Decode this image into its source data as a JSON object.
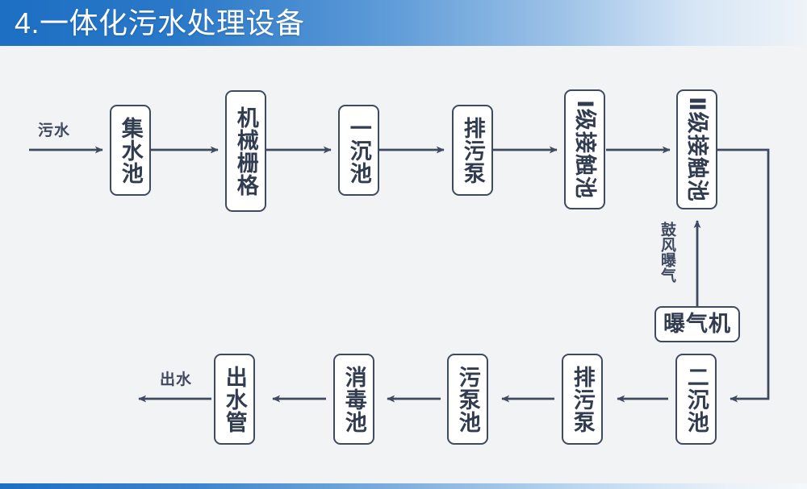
{
  "header": {
    "title": "4.一体化污水处理设备",
    "bg_left": "#1d6fc4",
    "bg_right": "#eef3f8",
    "text_color": "#ffffff"
  },
  "footer": {
    "bg_left": "#1d6fc4",
    "bg_right": "#f5f8fb"
  },
  "diagram": {
    "type": "flowchart",
    "background": "#f2f3f4",
    "stroke_color": "#3f4a60",
    "node_fill": "#ffffff",
    "node_text_color": "#323c50",
    "labels": {
      "inlet": "污水",
      "outlet": "出水",
      "aeration": "鼓风曝气"
    },
    "nodes": [
      {
        "id": "jishuichi",
        "label": "集水池",
        "orientation": "vertical",
        "row": "top"
      },
      {
        "id": "jixieshange",
        "label": "机械栅格",
        "orientation": "vertical",
        "row": "top"
      },
      {
        "id": "yichenchi",
        "label": "一沉池",
        "orientation": "vertical",
        "row": "top"
      },
      {
        "id": "paiwubeng1",
        "label": "排污泵",
        "orientation": "vertical",
        "row": "top"
      },
      {
        "id": "jiechuchi1",
        "label": "Ⅰ级接触池",
        "orientation": "vertical",
        "row": "top"
      },
      {
        "id": "jiechuchi2",
        "label": "Ⅱ级接触池",
        "orientation": "vertical",
        "row": "top"
      },
      {
        "id": "baoqiji",
        "label": "曝气机",
        "orientation": "horizontal",
        "row": "middle"
      },
      {
        "id": "erchenchi",
        "label": "二沉池",
        "orientation": "vertical",
        "row": "bottom"
      },
      {
        "id": "paiwubeng2",
        "label": "排污泵",
        "orientation": "vertical",
        "row": "bottom"
      },
      {
        "id": "wubengchi",
        "label": "污泵池",
        "orientation": "vertical",
        "row": "bottom"
      },
      {
        "id": "xiaoduchi",
        "label": "消毒池",
        "orientation": "vertical",
        "row": "bottom"
      },
      {
        "id": "chushuiguan",
        "label": "出水管",
        "orientation": "vertical",
        "row": "bottom"
      }
    ],
    "node_split": {
      "jiechuchi1_numeral": "Ⅰ",
      "jiechuchi1_rest": "级接触池",
      "jiechuchi2_numeral": "Ⅱ",
      "jiechuchi2_rest": "级接触池"
    },
    "flow": [
      "污水 → 集水池",
      "集水池 → 机械栅格",
      "机械栅格 → 一沉池",
      "一沉池 → 排污泵",
      "排污泵 → Ⅰ级接触池",
      "Ⅰ级接触池 → Ⅱ级接触池",
      "Ⅱ级接触池 → 二沉池",
      "曝气机 → Ⅱ级接触池 (鼓风曝气)",
      "二沉池 → 排污泵",
      "排污泵 → 污泵池",
      "污泵池 → 消毒池",
      "消毒池 → 出水管",
      "出水管 → 出水"
    ]
  }
}
